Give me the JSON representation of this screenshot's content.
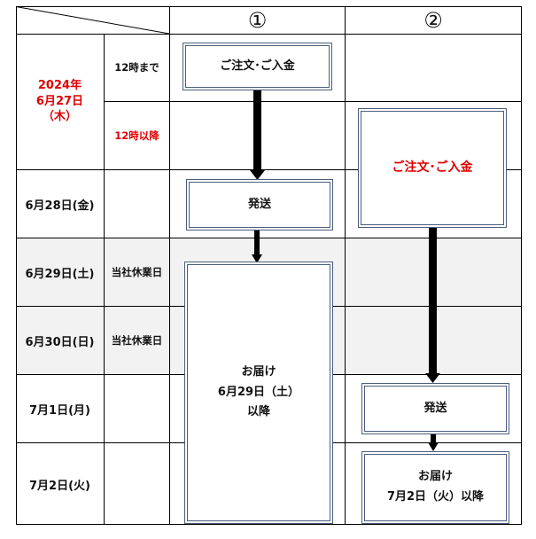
{
  "header": {
    "col1": "①",
    "col2": "②"
  },
  "rows": [
    {
      "date": "2024年\n6月27日\n（木）",
      "date_color": "#e00000",
      "subs": [
        "12時まで",
        "12時以降"
      ],
      "sub_colors": [
        "#111111",
        "#e00000"
      ]
    },
    {
      "date": "6月28日(金)",
      "sub": ""
    },
    {
      "date": "6月29日(土)",
      "sub": "当社休業日",
      "shaded": true
    },
    {
      "date": "6月30日(日)",
      "sub": "当社休業日",
      "shaded": true
    },
    {
      "date": "7月1日(月)",
      "sub": ""
    },
    {
      "date": "7月2日(火)",
      "sub": ""
    }
  ],
  "flow1": {
    "order": "ご注文･ご入金",
    "ship": "発送",
    "delivery": "お届け\n6月29日（土）\n以降"
  },
  "flow2": {
    "order": "ご注文･ご入金",
    "order_color": "#e00000",
    "ship": "発送",
    "delivery": "お届け\n7月2日（火）以降"
  },
  "colors": {
    "grid": "#000000",
    "box_border": "#4a5e7d",
    "arrow": "#000000",
    "shade": "#f2f2f2",
    "accent_red": "#e00000"
  }
}
